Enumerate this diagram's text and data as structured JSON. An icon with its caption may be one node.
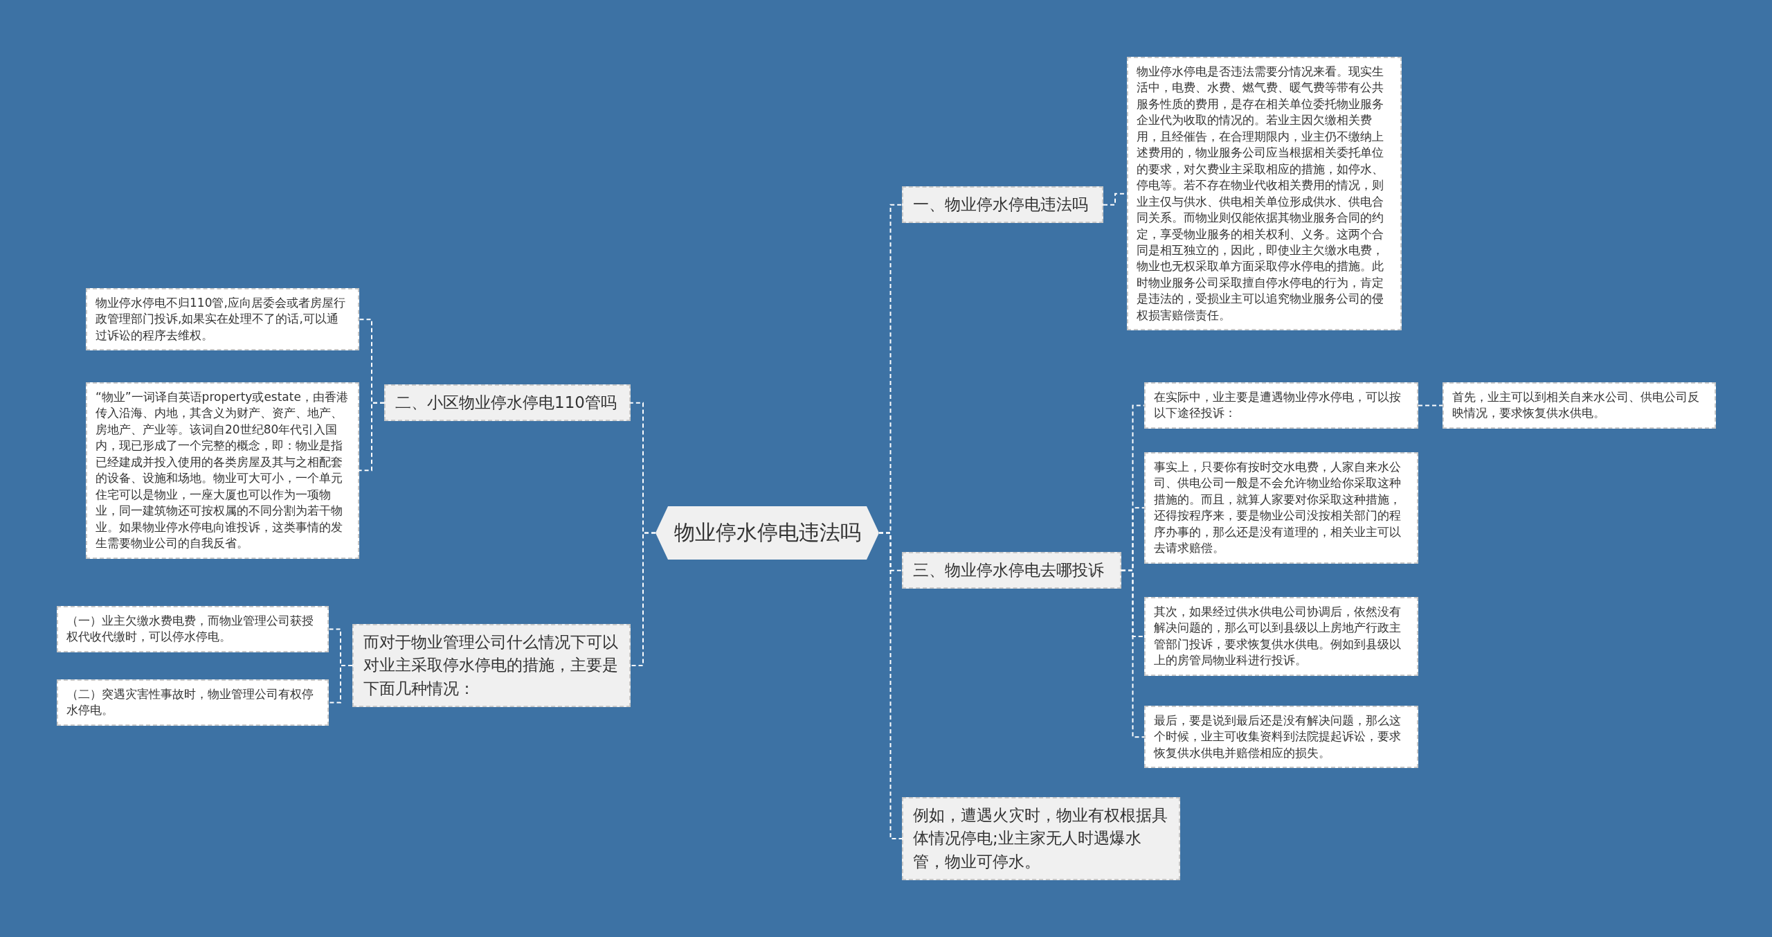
{
  "diagram": {
    "nodes": [
      {
        "text": [
          "物业停水停电违法吗"
        ]
      },
      {
        "text": [
          "一、物业停水停电违法吗"
        ]
      },
      {
        "text": [
          "物业停水停电是否违法需要分情况来看。现实生活中，电费、水费、燃气费、暖气费等带有公共服务性质的费用，是存在相关单位委托物业服务企业代为收取的情况的。若业主因欠缴相关费用，且经催告，在合理期限内，业主仍不缴纳上述费用的，物业服务公司应当根据相关委托单位的要求，对欠费业主采取相应的措施，如停水、停电等。若不存在物业代收相关费用的情况，则业主仅与供水、供电相关单位形成供水、供电合同关系。而物业则仅能依据其物业服务合同的约定，享受物业服务的相关权利、义务。这两个合同是相互独立的，因此，即使业主欠缴水电费，物业也无权采取单方面采取停水停电的措施。此时物业服务公司采取擅自停水停电的行为，肯定是违法的，受损业主可以追究物业服务公司的侵权损害赔偿责任。"
        ]
      },
      {
        "text": [
          "二、小区物业停水停电110管吗"
        ]
      },
      {
        "text": [
          "物业停水停电不归110管,应向居委会或者房屋行政管理部门投诉,如果实在处理不了的话,可以通过诉讼的程序去维权。"
        ]
      },
      {
        "text": [
          "“物业”一词译自英语property或estate，由香港传入沿海、内地，其含义为财产、资产、地产、房地产、产业等。该词自20世纪80年代引入国内，现已形成了一个完整的概念，即：物业是指已经建成并投入使用的各类房屋及其与之相配套的设备、设施和场地。物业可大可小，一个单元住宅可以是物业，一座大厦也可以作为一项物业，同一建筑物还可按权属的不同分割为若干物业。如果物业停水停电向谁投诉，这类事情的发生需要物业公司的自我反省。"
        ]
      },
      {
        "text": [
          "而对于物业管理公司什么情况下可以对业主采取停水停电的措施，主要是下面几种情况："
        ]
      },
      {
        "text": [
          "（一）业主欠缴水费电费，而物业管理公司获授权代收代缴时，可以停水停电。"
        ]
      },
      {
        "text": [
          "（二）突遇灾害性事故时，物业管理公司有权停水停电。"
        ]
      },
      {
        "text": [
          "三、物业停水停电去哪投诉"
        ]
      },
      {
        "text": [
          "在实际中，业主要是遭遇物业停水停电，可以按以下途径投诉："
        ]
      },
      {
        "text": [
          "首先，业主可以到相关自来水公司、供电公司反映情况，要求恢复供水供电。"
        ]
      },
      {
        "text": [
          "事实上，只要你有按时交水电费，人家自来水公司、供电公司一般是不会允许物业给你采取这种措施的。而且，就算人家要对你采取这种措施，还得按程序来，要是物业公司没按相关部门的程序办事的，那么还是没有道理的，相关业主可以去请求赔偿。"
        ]
      },
      {
        "text": [
          "其次，如果经过供水供电公司协调后，依然没有解决问题的，那么可以到县级以上房地产行政主管部门投诉，要求恢复供水供电。例如到县级以上的房管局物业科进行投诉。"
        ]
      },
      {
        "text": [
          "最后，要是说到最后还是没有解决问题，那么这个时候，业主可收集资料到法院提起诉讼，要求恢复供水供电并赔偿相应的损失。"
        ]
      },
      {
        "text": [
          "例如，遭遇火灾时，物业有权根据具体情况停电;业主家无人时遇爆水管，物业可停水。"
        ]
      }
    ],
    "edges": [
      {
        "from": 0,
        "to": 1,
        "arrow": "none"
      },
      {
        "from": 1,
        "to": 2,
        "arrow": "none"
      },
      {
        "from": 0,
        "to": 3,
        "arrow": "none"
      },
      {
        "from": 3,
        "to": 4,
        "arrow": "none"
      },
      {
        "from": 3,
        "to": 5,
        "arrow": "none"
      },
      {
        "from": 0,
        "to": 6,
        "arrow": "none"
      },
      {
        "from": 6,
        "to": 7,
        "arrow": "none"
      },
      {
        "from": 6,
        "to": 8,
        "arrow": "none"
      },
      {
        "from": 0,
        "to": 9,
        "arrow": "none"
      },
      {
        "from": 9,
        "to": 10,
        "arrow": "none"
      },
      {
        "from": 10,
        "to": 11,
        "arrow": "none"
      },
      {
        "from": 9,
        "to": 12,
        "arrow": "none"
      },
      {
        "from": 9,
        "to": 13,
        "arrow": "none"
      },
      {
        "from": 9,
        "to": 14,
        "arrow": "none"
      },
      {
        "from": 0,
        "to": 15,
        "arrow": "none"
      }
    ]
  }
}
